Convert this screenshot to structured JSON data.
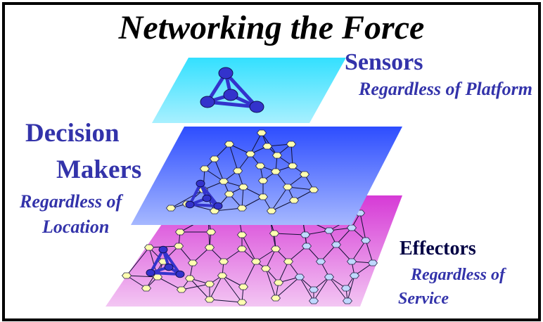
{
  "title": "Networking the Force",
  "layers": {
    "sensors": {
      "label": "Sensors",
      "sublabel": "Regardless of Platform"
    },
    "decision_makers": {
      "label_line1": "Decision",
      "label_line2": "Makers",
      "sublabel_line1": "Regardless of",
      "sublabel_line2": "Location"
    },
    "effectors": {
      "label": "Effectors",
      "sublabel_line1": "Regardless of",
      "sublabel_line2": "Service"
    }
  },
  "colors": {
    "sensor_plane": "#33ddff",
    "decision_plane": "#3355ff",
    "effector_plane": "#e055e0",
    "node_fill_light": "#ffffb0",
    "node_fill_blue": "#c0d8ff",
    "sensor_node": "#3333cc",
    "label_text": "#3333aa"
  }
}
